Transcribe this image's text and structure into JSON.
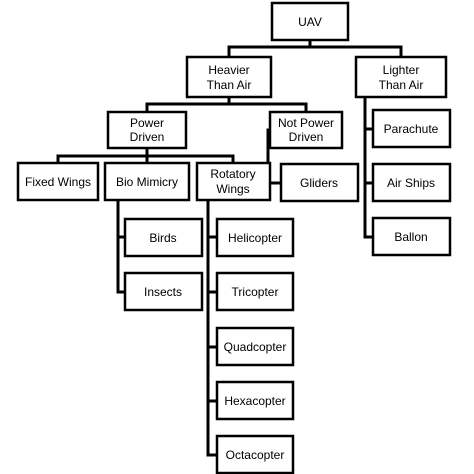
{
  "nodes": {
    "uav": {
      "lines": [
        "UAV"
      ]
    },
    "heavier": {
      "lines": [
        "Heavier",
        "Than Air"
      ]
    },
    "lighter": {
      "lines": [
        "Lighter",
        "Than Air"
      ]
    },
    "power": {
      "lines": [
        "Power",
        "Driven"
      ]
    },
    "notpower": {
      "lines": [
        "Not Power",
        "Driven"
      ]
    },
    "fixedwings": {
      "lines": [
        "Fixed Wings"
      ]
    },
    "biomimicry": {
      "lines": [
        "Bio Mimicry"
      ]
    },
    "rotatory": {
      "lines": [
        "Rotatory",
        "Wings"
      ]
    },
    "gliders": {
      "lines": [
        "Gliders"
      ]
    },
    "parachute": {
      "lines": [
        "Parachute"
      ]
    },
    "airships": {
      "lines": [
        "Air Ships"
      ]
    },
    "ballon": {
      "lines": [
        "Ballon"
      ]
    },
    "birds": {
      "lines": [
        "Birds"
      ]
    },
    "insects": {
      "lines": [
        "Insects"
      ]
    },
    "helicopter": {
      "lines": [
        "Helicopter"
      ]
    },
    "tricopter": {
      "lines": [
        "Tricopter"
      ]
    },
    "quadcopter": {
      "lines": [
        "Quadcopter"
      ]
    },
    "hexacopter": {
      "lines": [
        "Hexacopter"
      ]
    },
    "octacopter": {
      "lines": [
        "Octacopter"
      ]
    }
  },
  "colors": {
    "box_fill": "#ffffff",
    "line": "#000000",
    "text": "#000000"
  }
}
